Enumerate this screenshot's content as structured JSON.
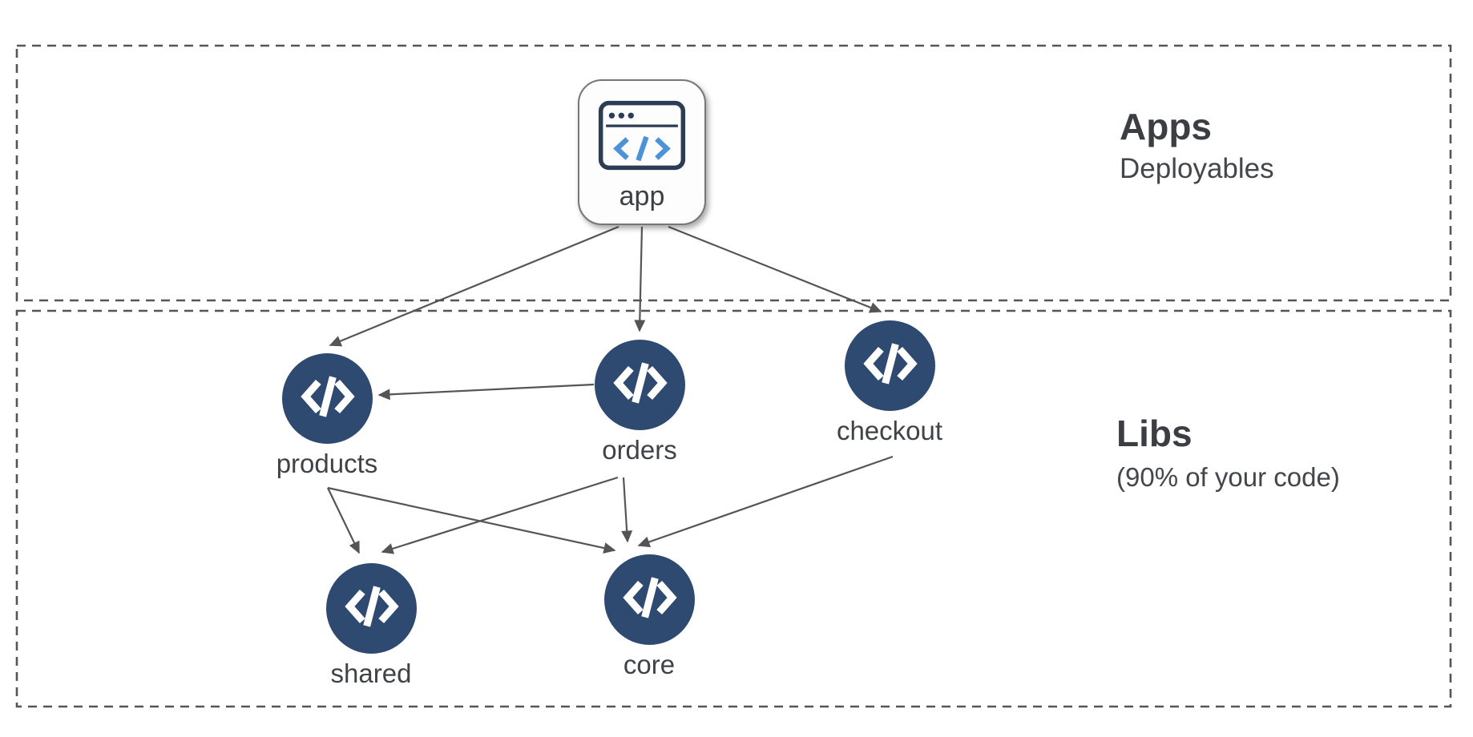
{
  "sections": {
    "apps": {
      "title": "Apps",
      "subtitle": "Deployables"
    },
    "libs": {
      "title": "Libs",
      "subtitle": "(90% of your code)"
    }
  },
  "nodes": {
    "app": {
      "label": "app",
      "kind": "application",
      "icon": "browser-code-icon"
    },
    "products": {
      "label": "products",
      "kind": "library",
      "icon": "code-icon"
    },
    "orders": {
      "label": "orders",
      "kind": "library",
      "icon": "code-icon"
    },
    "checkout": {
      "label": "checkout",
      "kind": "library",
      "icon": "code-icon"
    },
    "shared": {
      "label": "shared",
      "kind": "library",
      "icon": "code-icon"
    },
    "core": {
      "label": "core",
      "kind": "library",
      "icon": "code-icon"
    }
  },
  "edges": [
    {
      "from": "app",
      "to": "products"
    },
    {
      "from": "app",
      "to": "orders"
    },
    {
      "from": "app",
      "to": "checkout"
    },
    {
      "from": "orders",
      "to": "products"
    },
    {
      "from": "products",
      "to": "shared"
    },
    {
      "from": "products",
      "to": "core"
    },
    {
      "from": "orders",
      "to": "shared"
    },
    {
      "from": "orders",
      "to": "core"
    },
    {
      "from": "checkout",
      "to": "core"
    }
  ],
  "colors": {
    "lib_node_fill": "#2f4a70",
    "glyph": "#ffffff",
    "edge_and_border": "#555555",
    "text": "#3f4347",
    "app_icon_outline": "#2c3c55",
    "app_icon_code_blue": "#4d92d6",
    "app_node_border": "#767676"
  }
}
